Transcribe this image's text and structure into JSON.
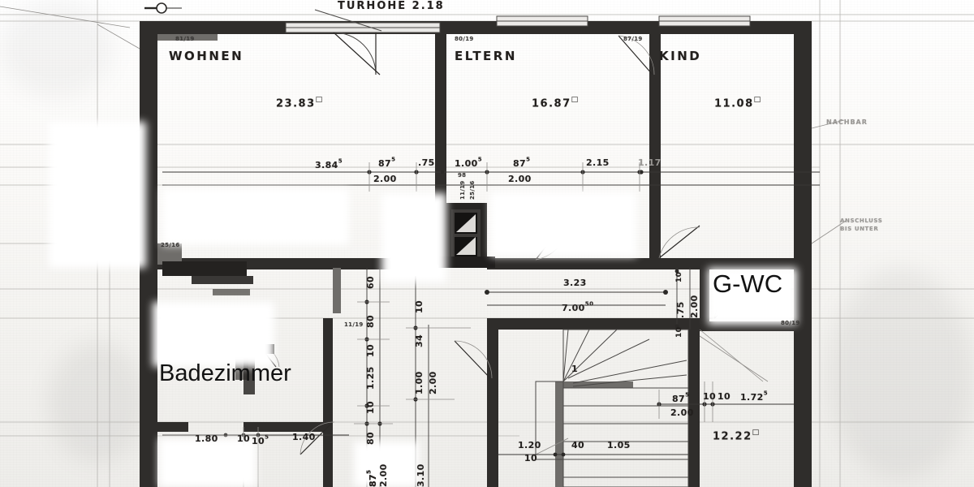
{
  "document": {
    "type": "architectural-floor-plan-scan",
    "language": "de",
    "note_top": "TÜRHÖHE 2.18"
  },
  "rooms": [
    {
      "name": "WOHNEN",
      "area": "23.83",
      "area_unit": "□",
      "door_tag": "81/19"
    },
    {
      "name": "ELTERN",
      "area": "16.87",
      "area_unit": "□",
      "door_tag": "80/19"
    },
    {
      "name": "KIND",
      "area": "11.08",
      "area_unit": "□",
      "door_tag": "87/19"
    }
  ],
  "overlay_labels": [
    {
      "text": "Badezimmer"
    },
    {
      "text": "G-WC"
    }
  ],
  "edge_notes": [
    {
      "text": "NACHBAR"
    },
    {
      "text": "ANSCHLUSS"
    },
    {
      "text": "BIS UNTER"
    }
  ],
  "dimensions_top_chain": [
    {
      "value": "3.84",
      "sup": "5"
    },
    {
      "value": "87",
      "sup": "5"
    },
    {
      "value": "2.00",
      "sup": ""
    },
    {
      "value": ".75",
      "sup": ""
    },
    {
      "value": "1.00",
      "sup": "5"
    },
    {
      "value": "87",
      "sup": "5"
    },
    {
      "value": "2.00",
      "sup": ""
    },
    {
      "value": "2.15",
      "sup": ""
    },
    {
      "value": "1.17",
      "sup": ""
    }
  ],
  "dimensions_center": [
    {
      "value": "3.23",
      "sup": ""
    },
    {
      "value": "7.00",
      "sup": "50"
    }
  ],
  "dimensions_left_vertical": [
    {
      "value": "60",
      "sup": ""
    },
    {
      "value": "80",
      "sup": ""
    },
    {
      "value": "10",
      "sup": ""
    },
    {
      "value": "1.25",
      "sup": ""
    },
    {
      "value": "10",
      "sup": ""
    },
    {
      "value": "80",
      "sup": ""
    },
    {
      "value": "87",
      "sup": "5"
    },
    {
      "value": "2.00",
      "sup": ""
    }
  ],
  "dimensions_inner_vertical": [
    {
      "value": "10",
      "sup": ""
    },
    {
      "value": "34",
      "sup": ""
    },
    {
      "value": "1.00",
      "sup": ""
    },
    {
      "value": "2.00",
      "sup": ""
    },
    {
      "value": "3.10",
      "sup": ""
    }
  ],
  "dimensions_right_vertical": [
    {
      "value": "10",
      "sup": ""
    },
    {
      "value": ".75",
      "sup": ""
    },
    {
      "value": "2.00",
      "sup": ""
    },
    {
      "value": "10",
      "sup": ""
    }
  ],
  "dimensions_bottom_left": [
    {
      "value": "1.80",
      "sup": ""
    },
    {
      "value": "10",
      "sup": ""
    },
    {
      "value": "10",
      "sup": "5"
    },
    {
      "value": "1.40",
      "sup": ""
    },
    {
      "value": "87",
      "sup": "5"
    },
    {
      "value": "2.00",
      "sup": ""
    },
    {
      "value": "3.10",
      "sup": ""
    }
  ],
  "dimensions_stair": [
    {
      "value": "1.20",
      "sup": ""
    },
    {
      "value": "10",
      "sup": ""
    },
    {
      "value": "40",
      "sup": ""
    },
    {
      "value": "1.05",
      "sup": ""
    },
    {
      "value": "1",
      "sup": ""
    }
  ],
  "dimensions_bottom_right": [
    {
      "value": "87",
      "sup": "5"
    },
    {
      "value": "10",
      "sup": ""
    },
    {
      "value": "10",
      "sup": ""
    },
    {
      "value": "1.72",
      "sup": "5"
    },
    {
      "value": "2.00",
      "sup": ""
    }
  ],
  "areas_lower": [
    {
      "value": "12.22",
      "area_unit": "□"
    }
  ],
  "misc_tags": [
    {
      "text": "25/16"
    },
    {
      "text": "11/19"
    },
    {
      "text": "80/19"
    },
    {
      "text": "98"
    }
  ],
  "colors": {
    "ink": "#221f1d",
    "wall_fill": "#2f2d2b",
    "wall_light": "#6f6d6a",
    "paper": "#faf9f7",
    "overlay_text": "#121212"
  }
}
